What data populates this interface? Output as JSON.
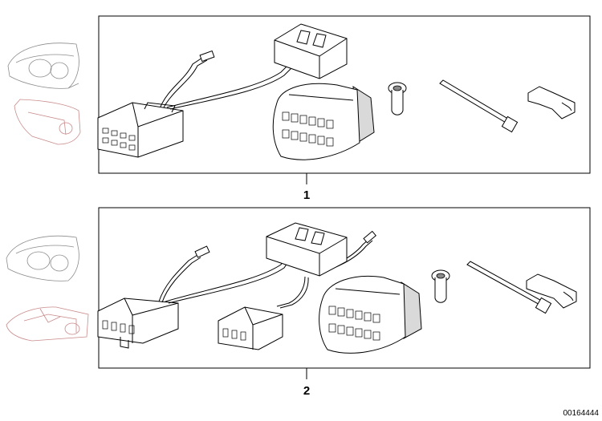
{
  "diagram": {
    "callouts": [
      {
        "id": "kit-1",
        "label": "1"
      },
      {
        "id": "kit-2",
        "label": "2"
      }
    ],
    "reference_number": "00164444"
  }
}
